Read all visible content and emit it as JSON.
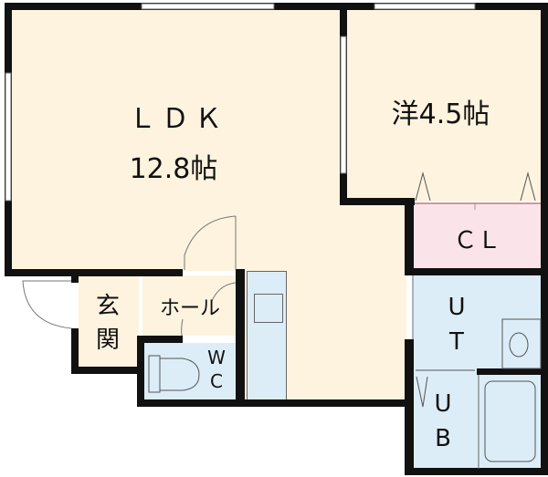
{
  "rooms": {
    "ldk": {
      "name": "ＬＤＫ",
      "size": "12.8帖"
    },
    "western": {
      "label": "洋4.5帖"
    },
    "closet": {
      "label": "ＣＬ"
    },
    "utility": {
      "label_1": "U",
      "label_2": "T"
    },
    "bath": {
      "label_1": "U",
      "label_2": "B"
    },
    "entrance": {
      "label_1": "玄",
      "label_2": "関"
    },
    "hall": {
      "label": "ホール"
    },
    "toilet": {
      "label_1": "W",
      "label_2": "C"
    }
  },
  "colors": {
    "living": "#fdf3df",
    "wet": "#dcedf8",
    "closet": "#fbe3ea",
    "wall": "#111111"
  }
}
